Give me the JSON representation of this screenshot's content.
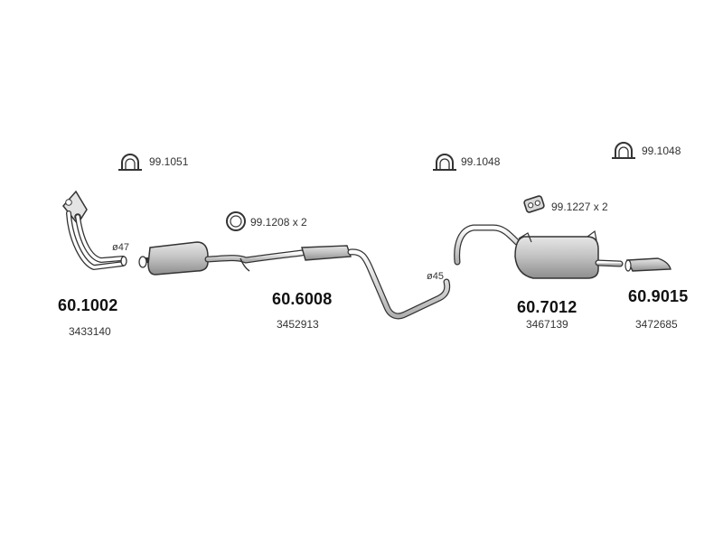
{
  "clamps": {
    "clamp_1": "99.1051",
    "clamp_2": "99.1048",
    "clamp_3": "99.1048",
    "ring": "99.1208 x 2",
    "hanger": "99.1227 x 2"
  },
  "diameters": {
    "front": "ø47",
    "rear": "ø45"
  },
  "parts": [
    {
      "number": "60.1002",
      "oe": "3433140"
    },
    {
      "number": "60.6008",
      "oe": "3452913"
    },
    {
      "number": "60.7012",
      "oe": "3467139"
    },
    {
      "number": "60.9015",
      "oe": "3472685"
    }
  ],
  "colors": {
    "line": "#333333",
    "shade": "#bdbdbd",
    "background": "#ffffff"
  }
}
